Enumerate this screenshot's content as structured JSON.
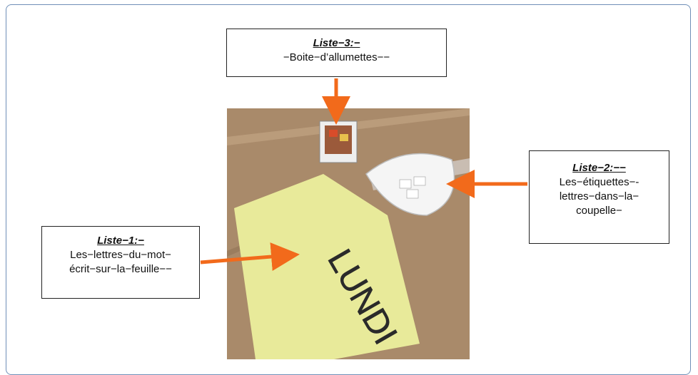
{
  "callouts": {
    "liste3": {
      "title": "Liste−3:−",
      "lines": [
        "−Boite−d’allumettes−−"
      ]
    },
    "liste2": {
      "title": "Liste−2:−−",
      "lines": [
        "Les−étiquettes−-",
        "lettres−dans−la−",
        "coupelle−"
      ]
    },
    "liste1": {
      "title": "Liste−1:−",
      "lines": [
        "Les−lettres−du−mot−",
        "écrit−sur−la−feuille−−"
      ]
    }
  },
  "photo": {
    "sheet_word": "LUNDI"
  },
  "colors": {
    "arrow": "#f26a1b",
    "frame_border": "#6f8fb8",
    "table": "#b08f6e",
    "sheet": "#e8ea9a"
  }
}
